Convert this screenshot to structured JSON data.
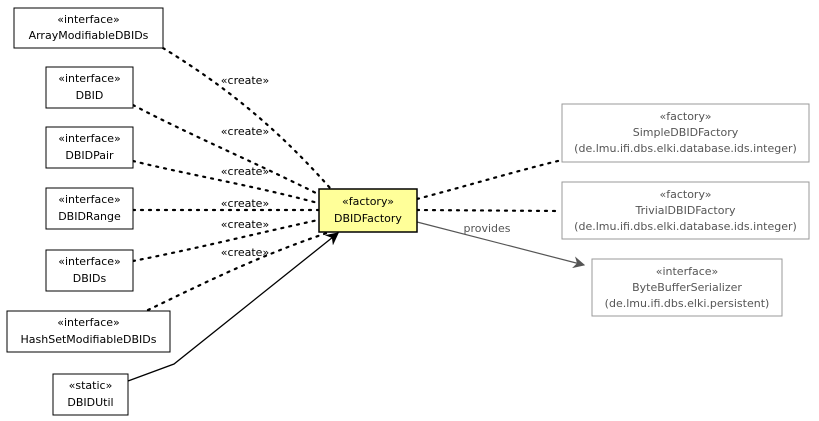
{
  "nodes": {
    "array_modifiable": {
      "stereotype": "«interface»",
      "name": "ArrayModifiableDBIDs"
    },
    "dbid": {
      "stereotype": "«interface»",
      "name": "DBID"
    },
    "dbidpair": {
      "stereotype": "«interface»",
      "name": "DBIDPair"
    },
    "dbidrange": {
      "stereotype": "«interface»",
      "name": "DBIDRange"
    },
    "dbids": {
      "stereotype": "«interface»",
      "name": "DBIDs"
    },
    "hashset_modifiable": {
      "stereotype": "«interface»",
      "name": "HashSetModifiableDBIDs"
    },
    "dbidutil": {
      "stereotype": "«static»",
      "name": "DBIDUtil"
    },
    "dbidfactory": {
      "stereotype": "«factory»",
      "name": "DBIDFactory"
    },
    "simple_factory": {
      "stereotype": "«factory»",
      "name": "SimpleDBIDFactory",
      "package": "(de.lmu.ifi.dbs.elki.database.ids.integer)"
    },
    "trivial_factory": {
      "stereotype": "«factory»",
      "name": "TrivialDBIDFactory",
      "package": "(de.lmu.ifi.dbs.elki.database.ids.integer)"
    },
    "bytebuffer": {
      "stereotype": "«interface»",
      "name": "ByteBufferSerializer",
      "package": "(de.lmu.ifi.dbs.elki.persistent)"
    }
  },
  "edges": {
    "create_label": "«create»",
    "provides_label": "provides"
  },
  "colors": {
    "highlight_fill": "#ffff99",
    "external_border": "#999999",
    "external_text": "#555555"
  }
}
